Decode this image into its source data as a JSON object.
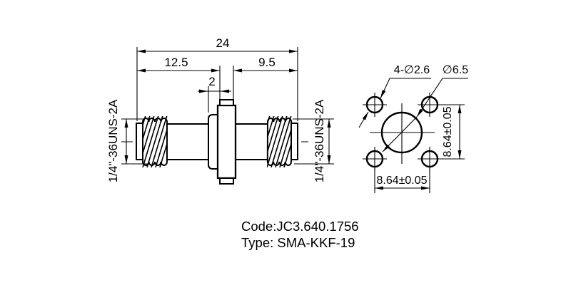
{
  "side_view": {
    "dims": {
      "total_length": "24",
      "left_length": "12.5",
      "right_length": "9.5",
      "flange_thickness": "2"
    },
    "thread_left": "1/4\"-36UNS-2A",
    "thread_right": "1/4\"-36UNS-2A"
  },
  "flange_view": {
    "holes_label": "4-∅2.6",
    "bore_label": "∅6.5",
    "hole_pitch_horizontal": "8.64±0.05",
    "hole_pitch_vertical": "8.64±0.05"
  },
  "footer": {
    "code": "Code:JC3.640.1756",
    "type": "Type: SMA-KKF-19"
  },
  "colors": {
    "line": "#000000",
    "background": "#ffffff"
  }
}
